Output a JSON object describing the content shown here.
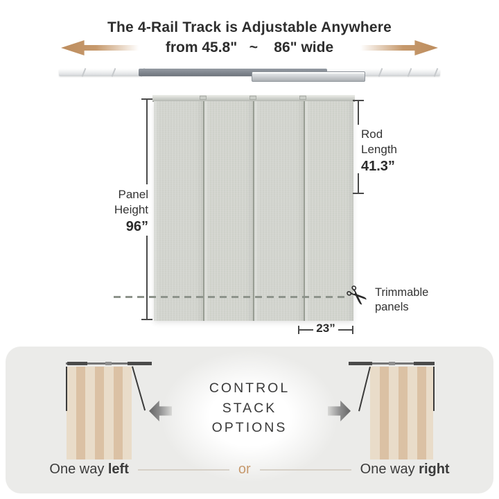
{
  "header": {
    "title": "The 4-Rail Track is Adjustable Anywhere",
    "subtitle": "from 45.8\"   ~    86\" wide"
  },
  "panel_diagram": {
    "panel_height_label_1": "Panel",
    "panel_height_label_2": "Height",
    "panel_height_value": "96”",
    "rod_length_label_1": "Rod",
    "rod_length_label_2": "Length",
    "rod_length_value": "41.3”",
    "panel_width_value": "23”",
    "trimmable_line_1": "Trimmable",
    "trimmable_line_2": "panels",
    "scissors_icon": "✂"
  },
  "control_stack": {
    "heading_line_1": "CONTROL",
    "heading_line_2": "STACK",
    "heading_line_3": "OPTIONS",
    "left_caption_prefix": "One way ",
    "left_caption_bold": "left",
    "or_label": "or",
    "right_caption_prefix": "One way ",
    "right_caption_bold": "right"
  },
  "colors": {
    "accent_tan": "#c2946a",
    "curtain_light": "#e9dcc9",
    "curtain_dark": "#dbc1a4",
    "fabric_gray": "#d4d6d0",
    "card_gray": "#ebebe9",
    "text_dark": "#2d2d2d"
  }
}
